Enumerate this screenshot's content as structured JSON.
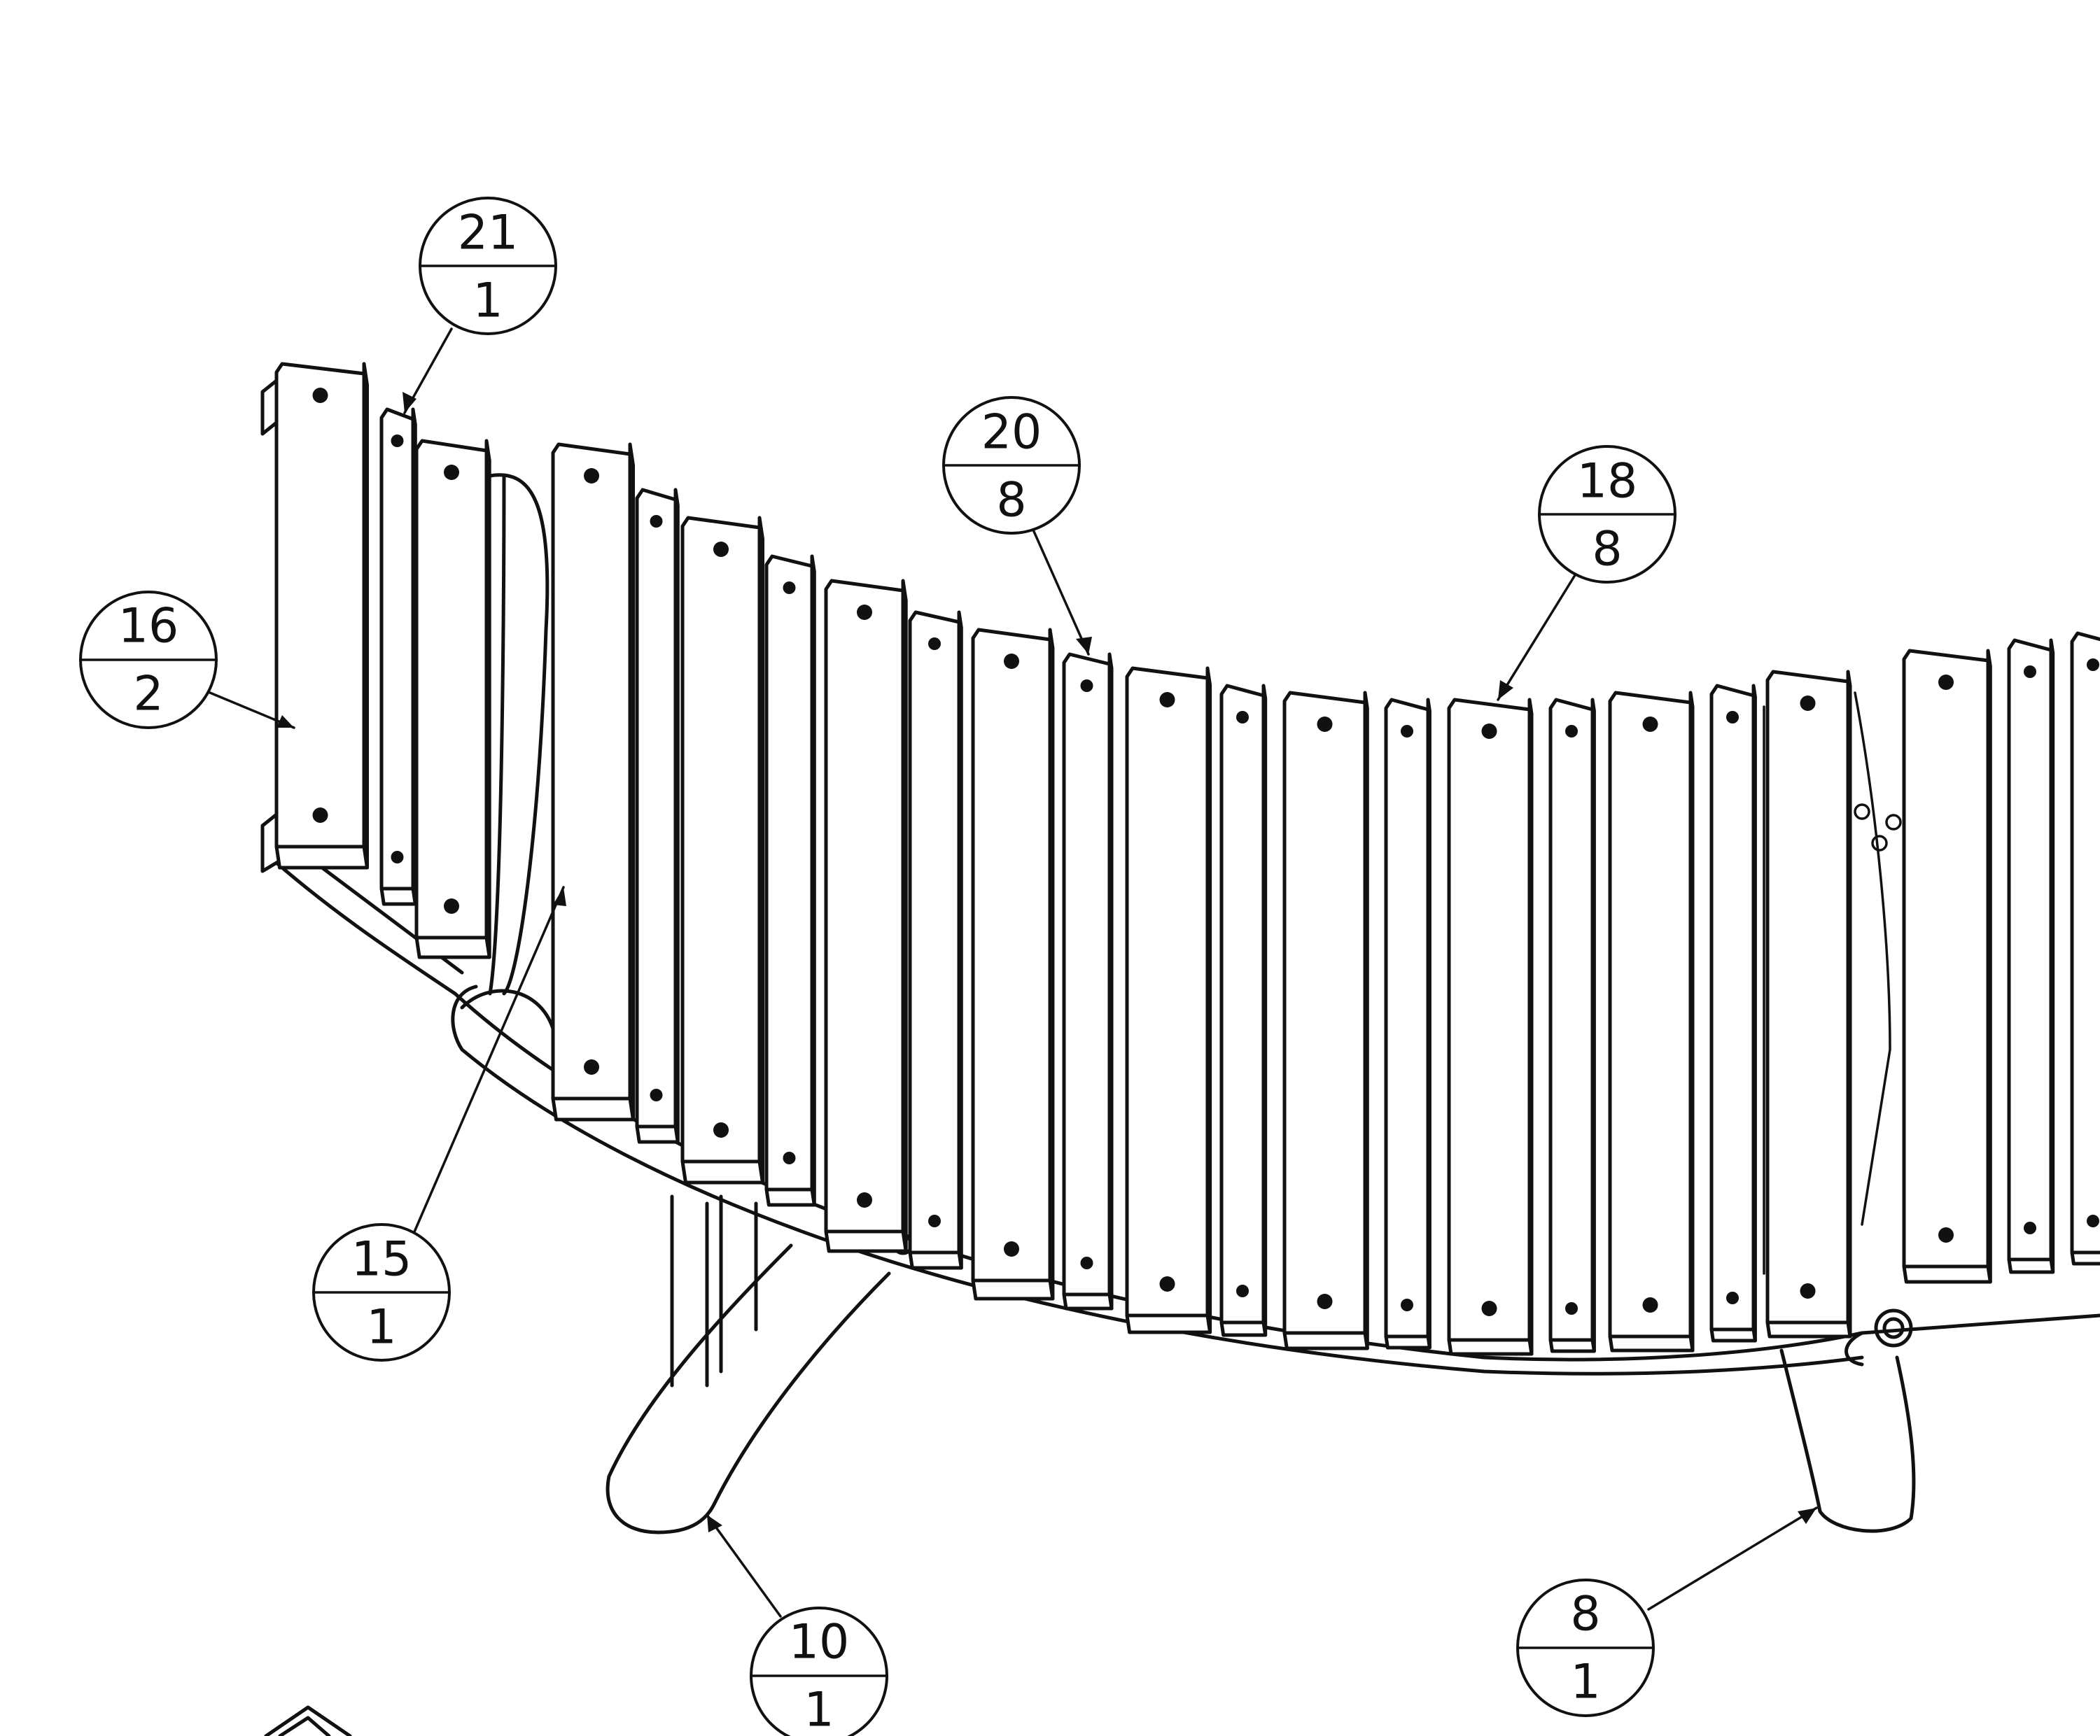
{
  "drawing": {
    "type": "isometric exploded assembly"
  },
  "balloons": [
    {
      "id": "b21",
      "item": "21",
      "qty": "1"
    },
    {
      "id": "b16",
      "item": "16",
      "qty": "2"
    },
    {
      "id": "b20",
      "item": "20",
      "qty": "8"
    },
    {
      "id": "b18",
      "item": "18",
      "qty": "8"
    },
    {
      "id": "b15",
      "item": "15",
      "qty": "1"
    },
    {
      "id": "b10",
      "item": "10",
      "qty": "1"
    },
    {
      "id": "b8",
      "item": "8",
      "qty": "1"
    }
  ],
  "colors": {
    "ink": "#111111",
    "paper": "#ffffff"
  }
}
